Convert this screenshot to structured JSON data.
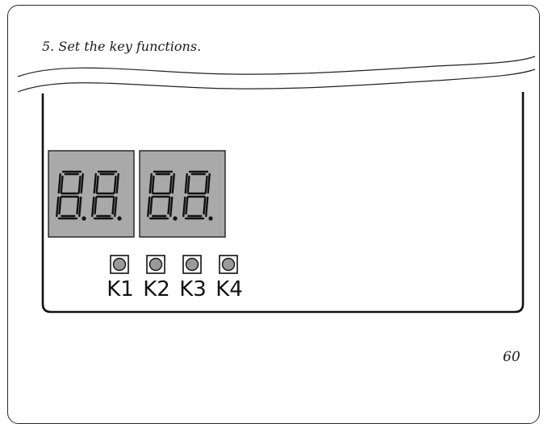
{
  "instruction": {
    "step_text": "5. Set the key functions."
  },
  "display": {
    "panel_color": "#a9a9a9",
    "segment_color": "#111111",
    "groups": [
      {
        "digits": [
          "8.",
          "8."
        ]
      },
      {
        "digits": [
          "8.",
          "8."
        ]
      }
    ]
  },
  "keys": [
    {
      "label": "K1",
      "icon": "push-button-icon"
    },
    {
      "label": "K2",
      "icon": "push-button-icon"
    },
    {
      "label": "K3",
      "icon": "push-button-icon"
    },
    {
      "label": "K4",
      "icon": "push-button-icon"
    }
  ],
  "footer": {
    "page_number": "60"
  }
}
